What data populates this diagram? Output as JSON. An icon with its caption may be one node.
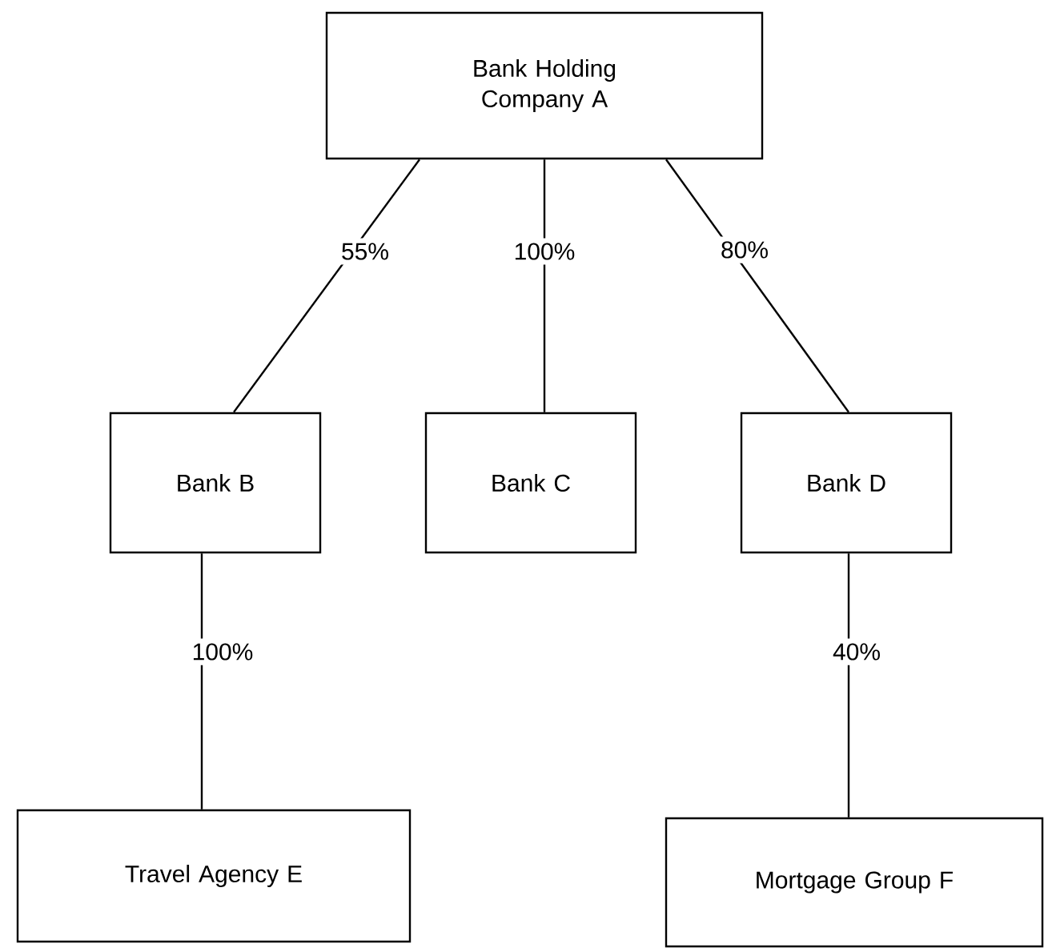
{
  "diagram": {
    "nodes": [
      {
        "text": [
          "Bank Holding Company A"
        ]
      },
      {
        "text": [
          "Bank B"
        ]
      },
      {
        "text": [
          "Bank C"
        ]
      },
      {
        "text": [
          "Bank D"
        ]
      },
      {
        "text": [
          "Travel Agency E"
        ]
      },
      {
        "text": [
          "Mortgage Group F"
        ]
      }
    ],
    "edges": [
      {
        "from": 0,
        "to": 1,
        "arrow": "none",
        "label": "55%"
      },
      {
        "from": 0,
        "to": 2,
        "arrow": "none",
        "label": "100%"
      },
      {
        "from": 0,
        "to": 3,
        "arrow": "none",
        "label": "80%"
      },
      {
        "from": 1,
        "to": 4,
        "arrow": "none",
        "label": "100%"
      },
      {
        "from": 3,
        "to": 5,
        "arrow": "none",
        "label": "40%"
      }
    ]
  }
}
